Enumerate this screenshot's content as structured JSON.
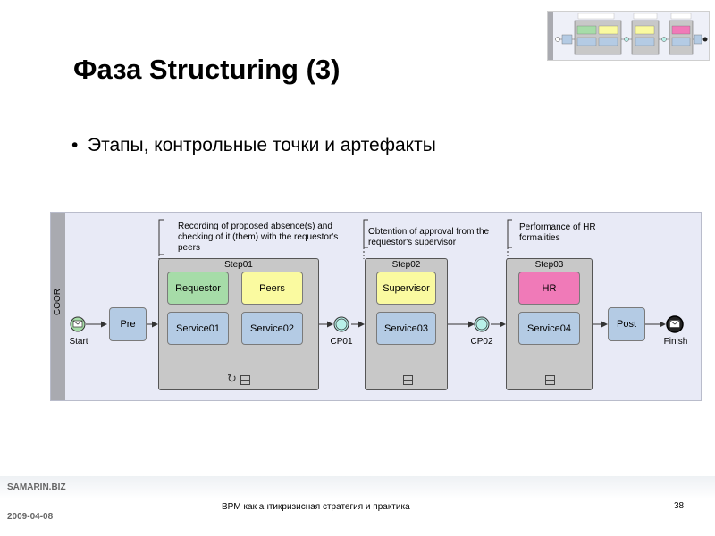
{
  "slide": {
    "title": "Фаза Structuring (3)",
    "bullet": "Этапы, контрольные точки и артефакты"
  },
  "diagram": {
    "lane": "COOR",
    "annotations": [
      "Recording of proposed absence(s) and checking of it (them) with the requestor's peers",
      "Obtention of approval from the requestor's supervisor",
      "Performance of HR formalities"
    ],
    "steps": [
      {
        "title": "Step01",
        "tasks": [
          "Requestor",
          "Peers",
          "Service01",
          "Service02"
        ]
      },
      {
        "title": "Step02",
        "tasks": [
          "Supervisor",
          "Service03"
        ]
      },
      {
        "title": "Step03",
        "tasks": [
          "HR",
          "Service04"
        ]
      }
    ],
    "tasks": {
      "pre": "Pre",
      "post": "Post"
    },
    "events": {
      "start": "Start",
      "cp01": "CP01",
      "cp02": "CP02",
      "finish": "Finish"
    },
    "colors": {
      "lane_bg": "#e8eaf6",
      "step": "#c8c8c8",
      "green": "#a6dca8",
      "yellow": "#fafaa0",
      "blue": "#b4cbe4",
      "pink": "#f07ab8",
      "checkpoint": "#b8f0e8"
    }
  },
  "footer": {
    "brand": "SAMARIN.BIZ",
    "date": "2009-04-08",
    "title": "BPM как антикризисная стратегия и практика",
    "page": "38"
  }
}
